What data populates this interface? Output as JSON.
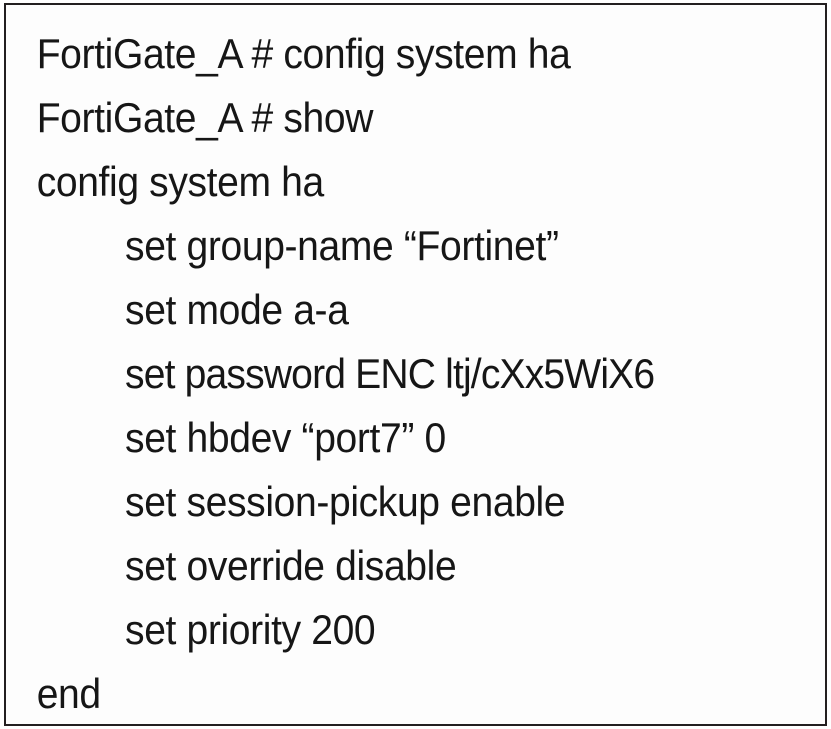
{
  "terminal": {
    "device_prompt": "FortiGate_A #",
    "background_color": "#fdfdfd",
    "text_color": "#161616",
    "border_color": "#231f20",
    "lines": [
      {
        "text": "FortiGate_A # config system ha",
        "indent": 0,
        "kind": "prompt-command"
      },
      {
        "text": "FortiGate_A # show",
        "indent": 0,
        "kind": "prompt-command"
      },
      {
        "text": "config system ha",
        "indent": 0,
        "kind": "config-block-open"
      },
      {
        "text": "set group-name “Fortinet”",
        "indent": 1,
        "kind": "setting"
      },
      {
        "text": "set mode a-a",
        "indent": 1,
        "kind": "setting"
      },
      {
        "text": "set password ENC ltj/cXx5WiX6",
        "indent": 1,
        "kind": "setting"
      },
      {
        "text": "set hbdev “port7” 0",
        "indent": 1,
        "kind": "setting"
      },
      {
        "text": "set session-pickup enable",
        "indent": 1,
        "kind": "setting"
      },
      {
        "text": "set override disable",
        "indent": 1,
        "kind": "setting"
      },
      {
        "text": "set priority 200",
        "indent": 1,
        "kind": "setting"
      },
      {
        "text": "end",
        "indent": 0,
        "kind": "config-block-close"
      }
    ]
  }
}
